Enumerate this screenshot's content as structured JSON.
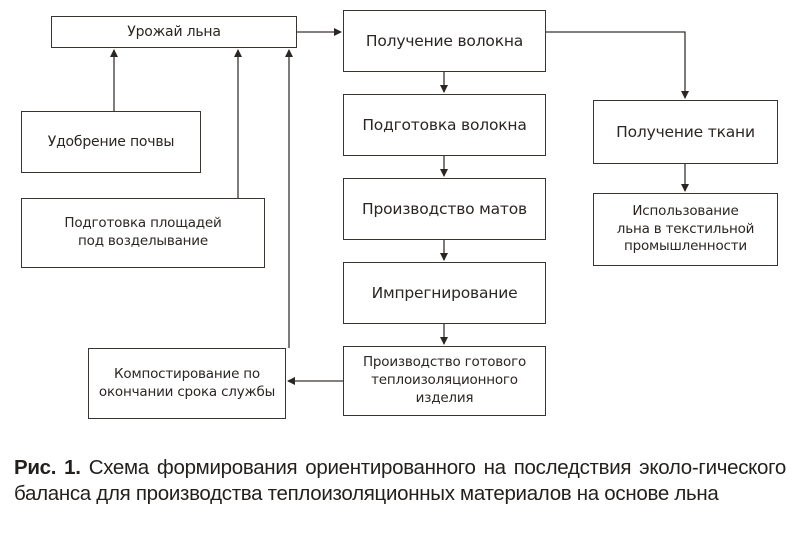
{
  "diagram": {
    "nodes": {
      "harvest": "Урожай льна",
      "fertilize": "Удобрение почвы",
      "prepare_land": "Подготовка площадей\nпод возделывание",
      "get_fiber": "Получение волокна",
      "prepare_fiber": "Подготовка волокна",
      "mats": "Производство матов",
      "impregnation": "Импрегнирование",
      "final_product": "Производство готового\nтеплоизоляционного\nизделия",
      "composting": "Компостирование по\nокончании срока службы",
      "fabric": "Получение ткани",
      "textile_use": "Использование\nльна в текстильной\nпромышленности"
    },
    "edges": [
      {
        "from": "fertilize",
        "to": "harvest"
      },
      {
        "from": "prepare_land",
        "to": "harvest"
      },
      {
        "from": "composting",
        "to": "harvest"
      },
      {
        "from": "harvest",
        "to": "get_fiber"
      },
      {
        "from": "get_fiber",
        "to": "prepare_fiber"
      },
      {
        "from": "prepare_fiber",
        "to": "mats"
      },
      {
        "from": "mats",
        "to": "impregnation"
      },
      {
        "from": "impregnation",
        "to": "final_product"
      },
      {
        "from": "final_product",
        "to": "composting"
      },
      {
        "from": "get_fiber",
        "to": "fabric"
      },
      {
        "from": "fabric",
        "to": "textile_use"
      }
    ],
    "line_color": "#3a3430"
  },
  "caption": {
    "label": "Рис. 1.",
    "text": " Схема формирования ориентированного на последствия эколо-гического баланса для производства теплоизоляционных материалов на основе льна"
  }
}
